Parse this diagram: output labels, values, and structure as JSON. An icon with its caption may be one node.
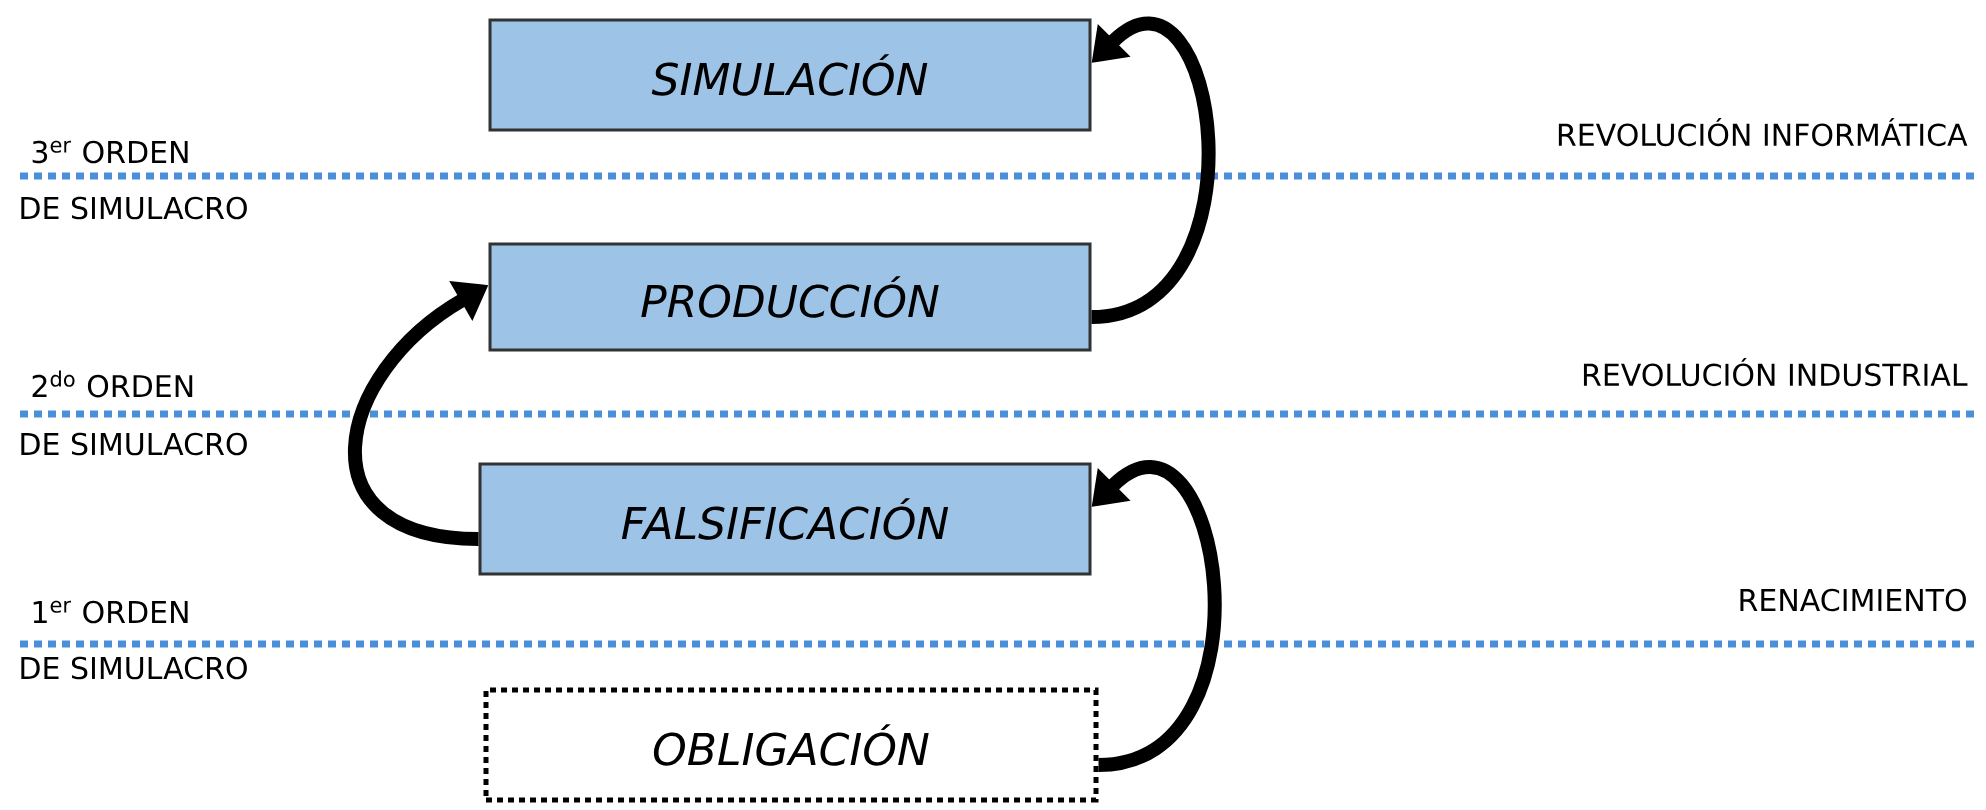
{
  "diagram": {
    "nodes": [
      {
        "text": [
          "SIMULACIÓN"
        ]
      },
      {
        "text": [
          "PRODUCCIÓN"
        ]
      },
      {
        "text": [
          "FALSIFICACIÓN"
        ]
      },
      {
        "text": [
          "OBLIGACIÓN"
        ]
      }
    ],
    "edges": [
      {
        "from": 3,
        "to": 2,
        "arrow": "to"
      },
      {
        "from": 2,
        "to": 1,
        "arrow": "to"
      },
      {
        "from": 1,
        "to": 0,
        "arrow": "to"
      }
    ],
    "labels": [
      "3$^{er}$ ORDEN",
      "REVOLUCIÓN INFORMÁTICA",
      "DE SIMULACRO",
      "2$^{do}$ ORDEN",
      "REVOLUCIÓN INDUSTRIAL",
      "DE SIMULACRO",
      "1$^{er}$ ORDEN",
      "RENACIMIENTO",
      "DE SIMULACRO"
    ]
  }
}
